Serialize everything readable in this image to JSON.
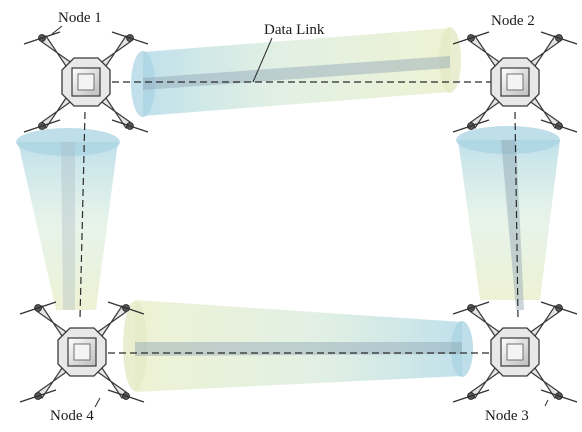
{
  "labels": {
    "node_1": "Node 1",
    "node_2": "Node 2",
    "node_3": "Node 3",
    "node_4": "Node 4",
    "data_link": "Data Link"
  },
  "colors": {
    "beam_blue": "#b9dde8",
    "beam_green": "#e9efcf",
    "beam_core": "#8fa3b3",
    "link_dash": "#2b2b2b",
    "drone_body": "#e6e6e6",
    "drone_outline": "#3a3a3a"
  }
}
